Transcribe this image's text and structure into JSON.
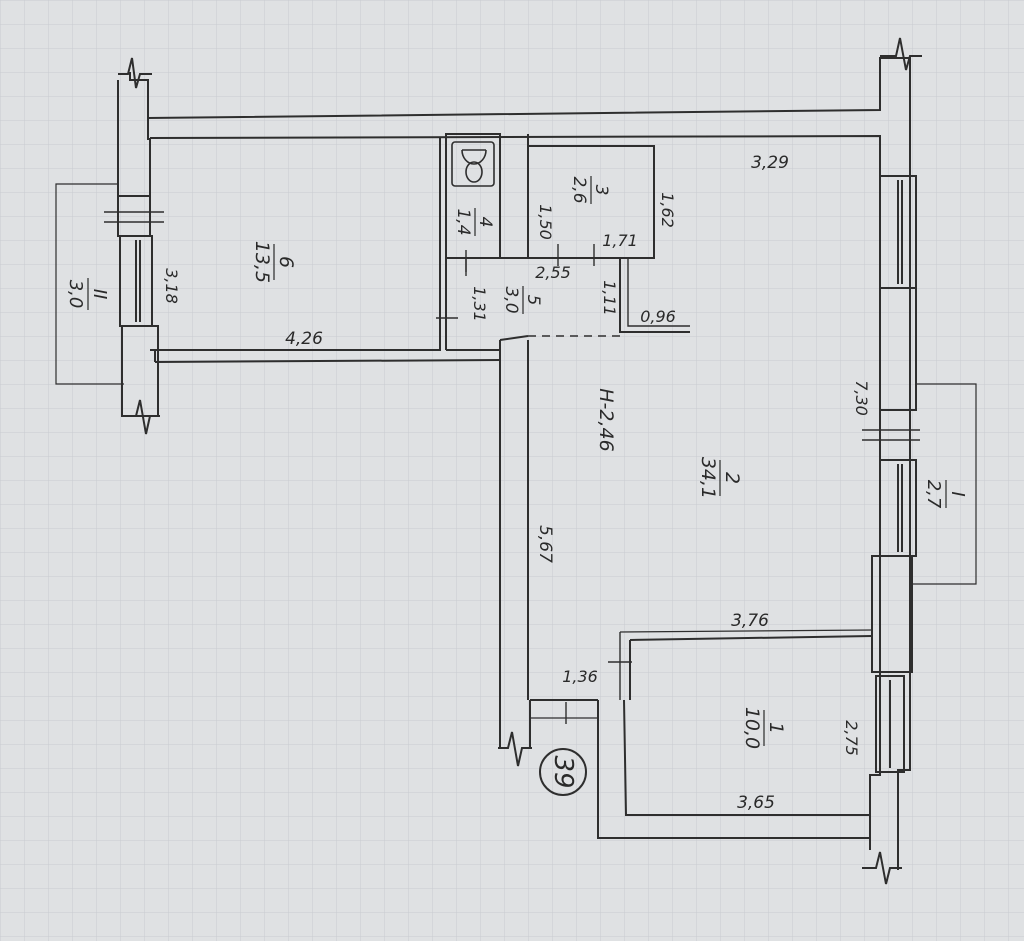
{
  "plan_number": "39",
  "height_note": "H-2,46",
  "rooms": [
    {
      "number": "1",
      "area": "10,0"
    },
    {
      "number": "2",
      "area": "34,1"
    },
    {
      "number": "3",
      "area": "2,6"
    },
    {
      "number": "4",
      "area": "1,4"
    },
    {
      "number": "5",
      "area": "3,0"
    },
    {
      "number": "6",
      "area": "13,5"
    }
  ],
  "balconies": [
    {
      "number": "I",
      "area": "2,7"
    },
    {
      "number": "II",
      "area": "3,0"
    }
  ],
  "dimensions": {
    "d_329": "3,29",
    "d_162": "1,62",
    "d_150": "1,50",
    "d_171": "1,71",
    "d_255": "2,55",
    "d_111": "1,11",
    "d_096": "0,96",
    "d_131": "1,31",
    "d_318": "3,18",
    "d_426": "4,26",
    "d_730": "7,30",
    "d_567": "5,67",
    "d_376": "3,76",
    "d_136": "1,36",
    "d_275": "2,75",
    "d_365": "3,65"
  },
  "colors": {
    "paper": "#dfe1e3",
    "grid": "#c9ccd0",
    "line": "#2e2e2e",
    "text": "#2a2a2a"
  }
}
